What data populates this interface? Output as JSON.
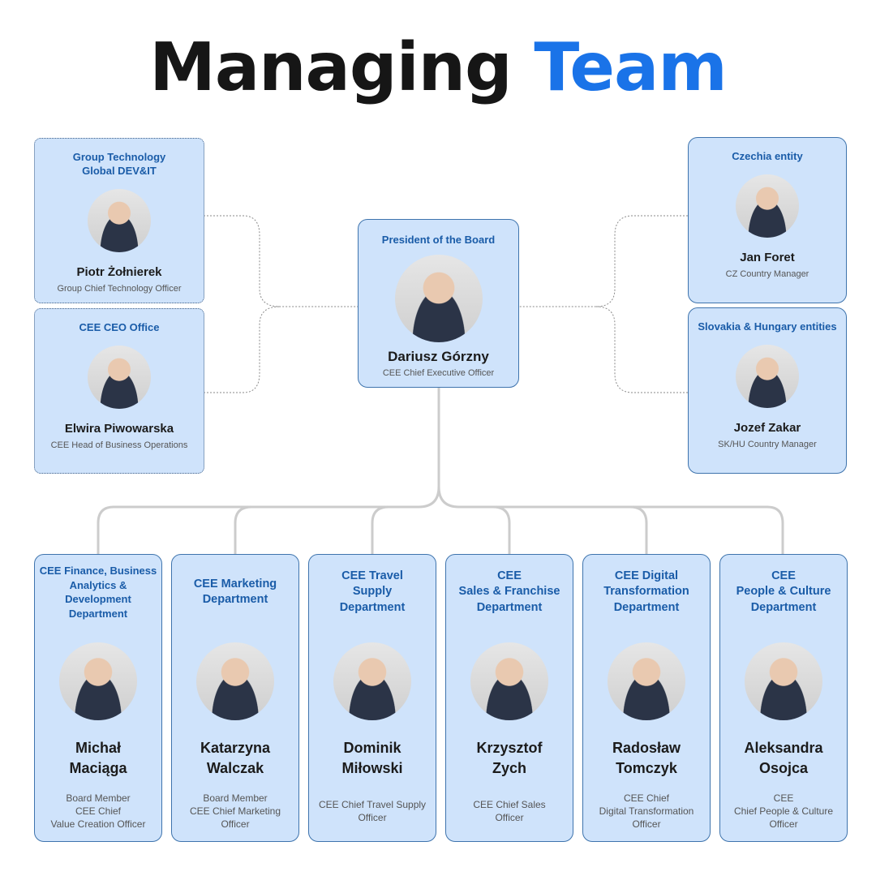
{
  "header": {
    "title_main": "Managing",
    "title_accent": "Team"
  },
  "colors": {
    "accent": "#1a73e8",
    "card_bg": "#cfe3fb",
    "dept_text": "#1a5ca8",
    "connector": "#cccccc"
  },
  "president": {
    "dept": "President of the Board",
    "name": "Dariusz Górzny",
    "role": "CEE Chief Executive Officer"
  },
  "left": [
    {
      "dept": [
        "Group Technology",
        "Global DEV&IT"
      ],
      "name": "Piotr Żołnierek",
      "role": "Group Chief Technology Officer"
    },
    {
      "dept": [
        "CEE CEO Office"
      ],
      "name": "Elwira Piwowarska",
      "role": "CEE Head of Business Operations"
    }
  ],
  "right": [
    {
      "dept": [
        "Czechia entity"
      ],
      "name": "Jan Foret",
      "role": "CZ Country Manager"
    },
    {
      "dept": [
        "Slovakia & Hungary entities"
      ],
      "name": "Jozef Zakar",
      "role": "SK/HU Country Manager"
    }
  ],
  "departments": [
    {
      "dept": [
        "CEE Finance, Business",
        "Analytics & Development",
        "Department"
      ],
      "name": [
        "Michał",
        "Maciąga"
      ],
      "role": [
        "Board Member",
        "CEE Chief",
        "Value Creation Officer"
      ]
    },
    {
      "dept": [
        "CEE Marketing",
        "Department"
      ],
      "name": [
        "Katarzyna",
        "Walczak"
      ],
      "role": [
        "Board Member",
        "CEE Chief Marketing",
        "Officer"
      ]
    },
    {
      "dept": [
        "CEE Travel",
        "Supply",
        "Department"
      ],
      "name": [
        "Dominik",
        "Miłowski"
      ],
      "role": [
        "CEE Chief Travel Supply",
        "Officer"
      ]
    },
    {
      "dept": [
        "CEE",
        "Sales & Franchise",
        "Department"
      ],
      "name": [
        "Krzysztof",
        "Zych"
      ],
      "role": [
        "CEE Chief Sales",
        "Officer"
      ]
    },
    {
      "dept": [
        "CEE Digital",
        "Transformation",
        "Department"
      ],
      "name": [
        "Radosław",
        "Tomczyk"
      ],
      "role": [
        "CEE Chief",
        "Digital Transformation",
        "Officer"
      ]
    },
    {
      "dept": [
        "CEE",
        "People & Culture",
        "Department"
      ],
      "name": [
        "Aleksandra",
        "Osojca"
      ],
      "role": [
        "CEE",
        "Chief People & Culture",
        "Officer"
      ]
    }
  ]
}
